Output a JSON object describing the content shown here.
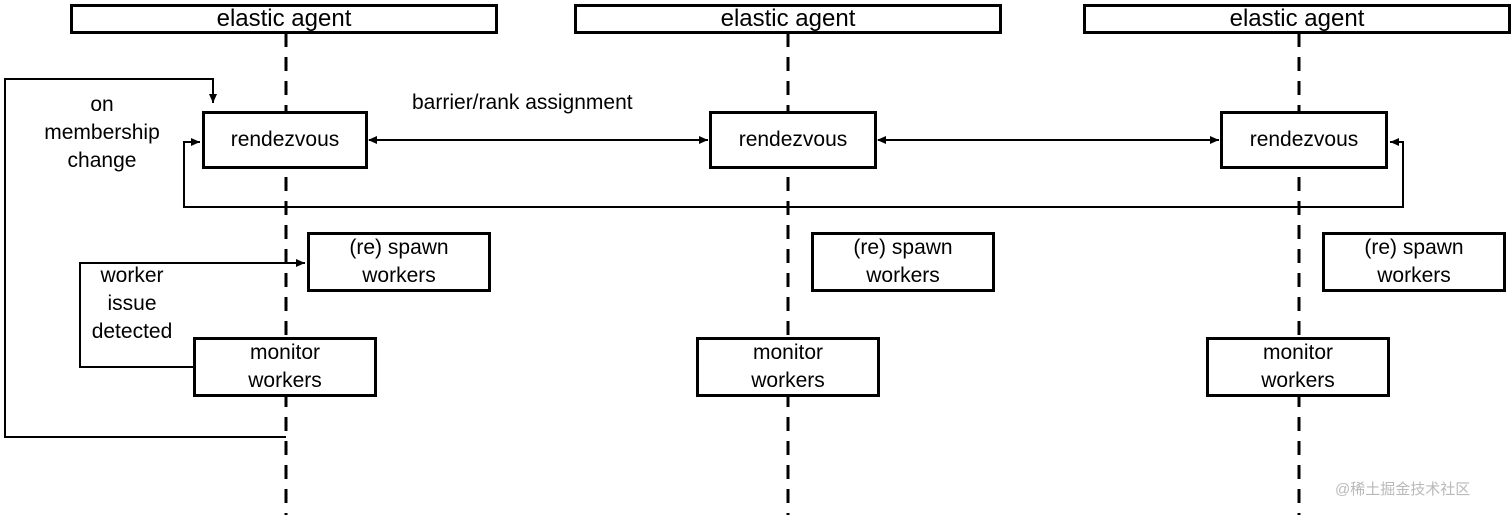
{
  "agents": [
    {
      "title": "elastic agent",
      "rendezvous": "rendezvous",
      "spawn": "(re) spawn\nworkers",
      "monitor": "monitor\nworkers"
    },
    {
      "title": "elastic agent",
      "rendezvous": "rendezvous",
      "spawn": "(re) spawn\nworkers",
      "monitor": "monitor\nworkers"
    },
    {
      "title": "elastic agent",
      "rendezvous": "rendezvous",
      "spawn": "(re) spawn\nworkers",
      "monitor": "monitor\nworkers"
    }
  ],
  "labels": {
    "barrier": "barrier/rank assignment",
    "membership": "on\nmembership\nchange",
    "worker_issue": "worker\nissue\ndetected"
  },
  "watermark": "@稀土掘金技术社区",
  "colors": {
    "stroke": "#000000",
    "background": "#ffffff",
    "watermark": "#b9b9b9"
  }
}
